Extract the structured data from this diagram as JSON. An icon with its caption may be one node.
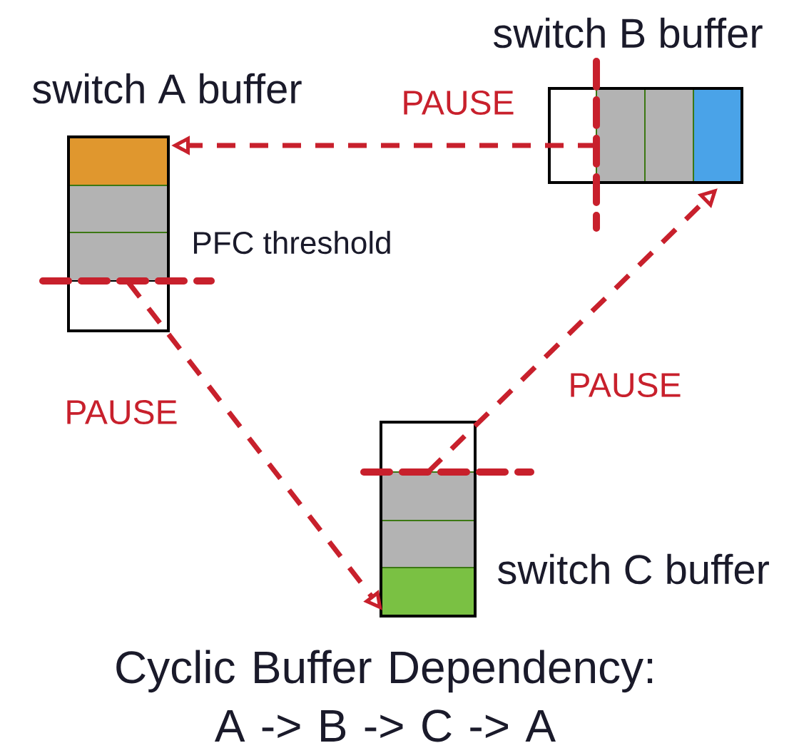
{
  "diagram": {
    "caption": "Cyclic Buffer Dependency: A -> B -> C -> A",
    "nodes": [
      {
        "text": [
          "switch A buffer"
        ]
      },
      {
        "text": [
          "switch B buffer"
        ]
      },
      {
        "text": [
          "switch C buffer"
        ]
      }
    ],
    "edges": [
      {
        "from": 1,
        "to": 0,
        "arrow": "to",
        "label": "PAUSE",
        "style": "dashed"
      },
      {
        "from": 0,
        "to": 2,
        "arrow": "to",
        "label": "PAUSE",
        "style": "dashed"
      },
      {
        "from": 2,
        "to": 1,
        "arrow": "to",
        "label": "PAUSE",
        "style": "dashed"
      }
    ],
    "labels": [
      "PFC threshold"
    ]
  }
}
